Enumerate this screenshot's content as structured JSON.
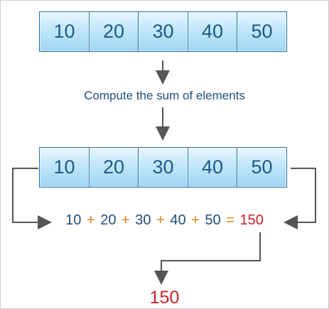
{
  "top_array": {
    "values": [
      "10",
      "20",
      "30",
      "40",
      "50"
    ]
  },
  "caption": "Compute the sum of elements",
  "mid_array": {
    "values": [
      "10",
      "20",
      "30",
      "40",
      "50"
    ]
  },
  "equation": {
    "terms": [
      "10",
      "20",
      "30",
      "40",
      "50"
    ],
    "plus": "+",
    "equals": "=",
    "result": "150"
  },
  "final_result": "150",
  "colors": {
    "cell_border": "#2b6f9e",
    "number_text": "#1f4e7a",
    "operator": "#d4881a",
    "result": "#c8232b",
    "arrow": "#555555"
  }
}
